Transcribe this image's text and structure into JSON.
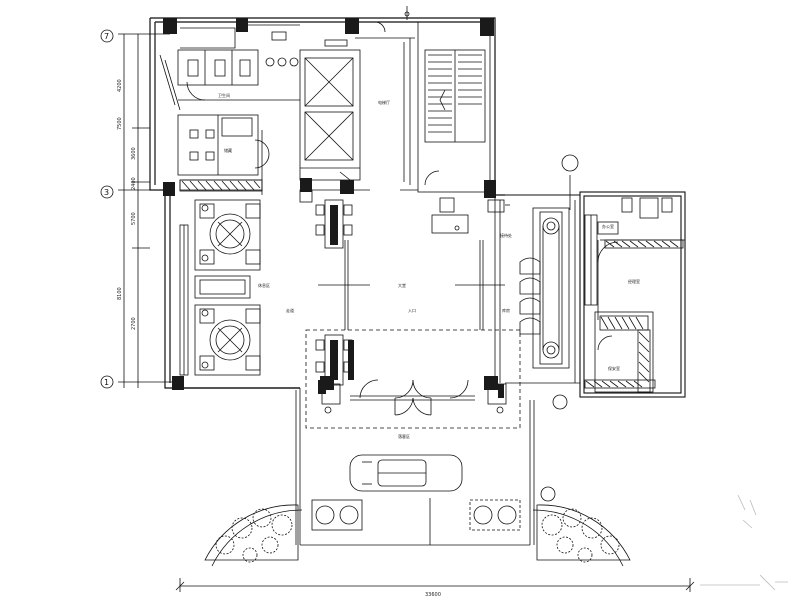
{
  "axis_bubbles": {
    "left": [
      "7",
      "3",
      "1"
    ]
  },
  "dimensions": {
    "left": [
      "4200",
      "7500",
      "3600",
      "5700",
      "2400",
      "8100",
      "2700"
    ],
    "bottom_overall": "33600"
  },
  "room_labels": {
    "lobby_hall": "大堂",
    "lounge": "休息区",
    "reception": "接待处",
    "elevator_hall": "电梯厅",
    "office": "办公室",
    "manager_office": "经理室",
    "security": "保安室",
    "toilet": "卫生间",
    "storage": "储藏",
    "drop_off": "落客区",
    "entrance": "入口",
    "corridor": "走道",
    "store": "库房"
  },
  "colors": {
    "line": "#111111",
    "wall": "#111111",
    "column": "#1a1a1a"
  }
}
